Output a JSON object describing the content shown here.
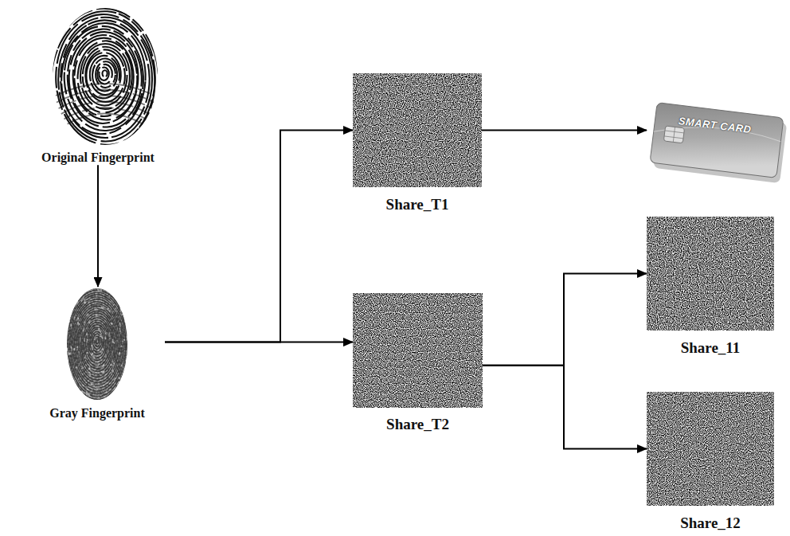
{
  "diagram": {
    "nodes": [
      {
        "text": [
          "Original Fingerprint"
        ]
      },
      {
        "text": [
          "Gray Fingerprint"
        ]
      },
      {
        "text": [
          "Share_T1"
        ]
      },
      {
        "text": [
          "Share_T2"
        ]
      },
      {
        "text": [
          "SMART CARD"
        ]
      },
      {
        "text": [
          "Share_11"
        ]
      },
      {
        "text": [
          "Share_12"
        ]
      }
    ],
    "edges": [
      {
        "from": 0,
        "to": 1,
        "arrow": "to"
      },
      {
        "from": 1,
        "to": 2,
        "arrow": "to"
      },
      {
        "from": 1,
        "to": 3,
        "arrow": "to"
      },
      {
        "from": 2,
        "to": 4,
        "arrow": "to"
      },
      {
        "from": 3,
        "to": 5,
        "arrow": "to"
      },
      {
        "from": 3,
        "to": 6,
        "arrow": "to"
      }
    ]
  }
}
